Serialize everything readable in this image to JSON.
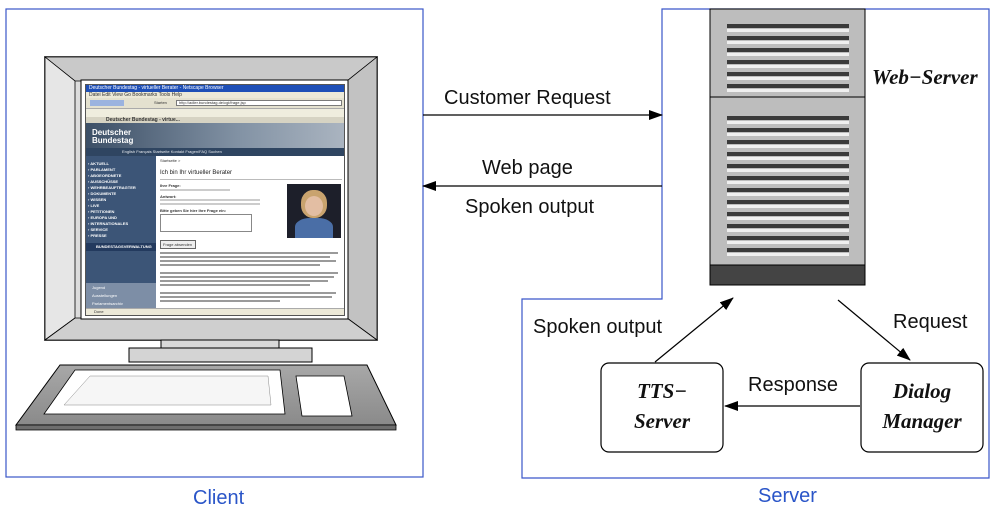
{
  "client_label": "Client",
  "server_label": "Server",
  "web_server": "Web−Server",
  "customer_request": "Customer Request",
  "web_page": "Web page",
  "spoken_output_top": "Spoken output",
  "spoken_output_tts": "Spoken output",
  "request": "Request",
  "response": "Response",
  "tts_server": [
    "TTS−",
    "Server"
  ],
  "dialog_manager": [
    "Dialog",
    "Manager"
  ],
  "screen": {
    "browser_title": "Deutscher Bundestag - virtueller Berater - Netscape Browser",
    "menu": [
      "Datei",
      "Edit",
      "View",
      "Go",
      "Bookmarks",
      "Tools",
      "Help"
    ],
    "address": "http://adler.bundestag.de/cgi/frage.jsp",
    "go_label": "Starten",
    "tab_label": "Deutscher Bundestag - virtue...",
    "site_name": [
      "Deutscher",
      "Bundestag"
    ],
    "top_links": [
      "English",
      "Français",
      "Startseite",
      "Kontakt",
      "Fragen/FAQ",
      "Suchen"
    ],
    "nav": [
      "AKTUELL",
      "PARLAMENT",
      "ABGEORDNETE",
      "AUSSCHÜSSE",
      "WEHRBEAUFTRAGTER",
      "DOKUMENTE",
      "WISSEN",
      "LIVE",
      "PETITIONEN",
      "EUROPA UND",
      "INTERNATIONALES",
      "SERVICE",
      "PRESSE"
    ],
    "nav_extra": [
      "BUNDESTAGSVERWALTUNG"
    ],
    "nav_bottom": [
      "Jugend",
      "Ausstellungen",
      "Parlamentsarchiv"
    ],
    "page_heading": "Ich bin Ihr virtueller Berater",
    "crumb": "Startseite >",
    "q_label": "Ihre Frage:",
    "a_label": "Antwort:",
    "ask_label": "Bitte geben Sie hier Ihre Frage ein:",
    "button": "Frage absenden",
    "status": "Done"
  }
}
